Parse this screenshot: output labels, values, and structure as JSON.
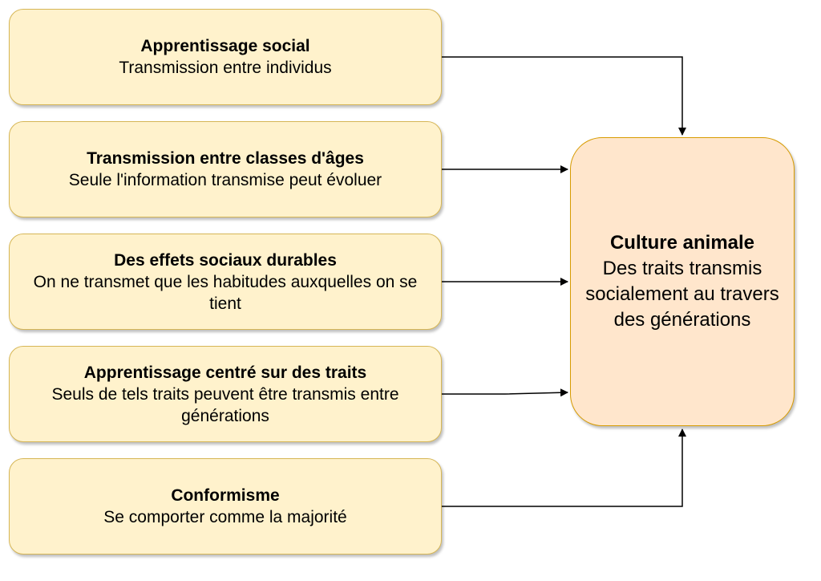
{
  "diagram": {
    "sources": [
      {
        "title": "Apprentissage social",
        "desc": "Transmission entre individus"
      },
      {
        "title": "Transmission entre classes d'âges",
        "desc": "Seule l'information transmise peut évoluer"
      },
      {
        "title": "Des effets sociaux durables",
        "desc": "On ne transmet que les habitudes auxquelles on se tient"
      },
      {
        "title": "Apprentissage centré sur des traits",
        "desc": "Seuls de tels traits peuvent être transmis entre générations"
      },
      {
        "title": "Conformisme",
        "desc": "Se comporter comme la majorité"
      }
    ],
    "target": {
      "title": "Culture animale",
      "desc": "Des traits transmis socialement au travers des générations"
    },
    "colors": {
      "source_fill": "#fff2cc",
      "source_stroke": "#d6b656",
      "target_fill": "#ffe6cc",
      "target_stroke": "#d79b00",
      "edge": "#000000"
    }
  }
}
